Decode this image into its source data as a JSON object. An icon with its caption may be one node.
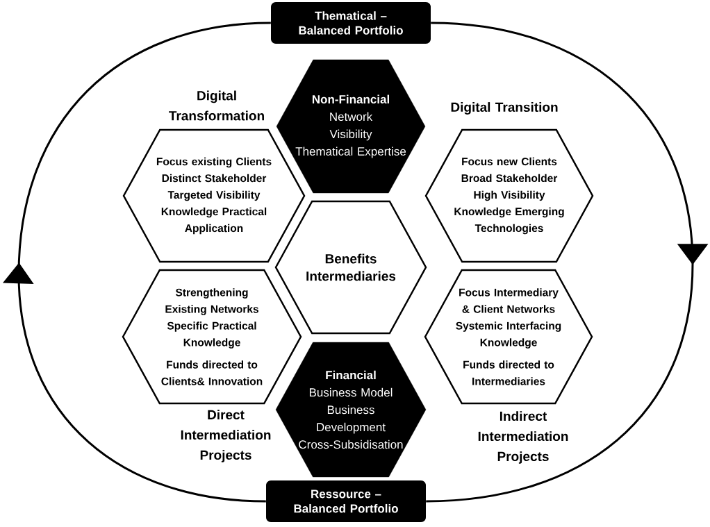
{
  "diagram": {
    "nodes": [
      {
        "text": [
          "Thematical – Balanced Portfolio"
        ]
      },
      {
        "text": [
          "Non-Financial",
          "Network",
          "Visibility",
          "Thematical Expertise"
        ]
      },
      {
        "text": [
          "Focus existing Clients",
          "Distinct Stakeholder",
          "Targeted Visibility",
          "Knowledge Practical Application"
        ],
        "beside": [
          "Digital Transformation"
        ]
      },
      {
        "text": [
          "Focus new Clients",
          "Broad Stakeholder",
          "High Visibility",
          "Knowledge Emerging Technologies"
        ],
        "beside": [
          "Digital Transition"
        ]
      },
      {
        "text": [
          "Benefits Intermediaries"
        ]
      },
      {
        "text": [
          "Strengthening Existing Networks",
          "Specific Practical Knowledge",
          "Funds directed to Clients& Innovation"
        ],
        "beside": [
          "Direct Intermediation Projects"
        ]
      },
      {
        "text": [
          "Focus Intermediary & Client Networks",
          "Systemic Interfacing Knowledge",
          "Funds directed to Intermediaries"
        ],
        "beside": [
          "Indirect Intermediation Projects"
        ]
      },
      {
        "text": [
          "Financial",
          "Business Model",
          "Business Development",
          "Cross-Subsidisation"
        ]
      },
      {
        "text": [
          "Ressource – Balanced Portfolio"
        ]
      }
    ],
    "edges": [
      {
        "from": 0,
        "to": 8,
        "arrow": "to"
      },
      {
        "from": 8,
        "to": 0,
        "arrow": "to"
      }
    ]
  }
}
